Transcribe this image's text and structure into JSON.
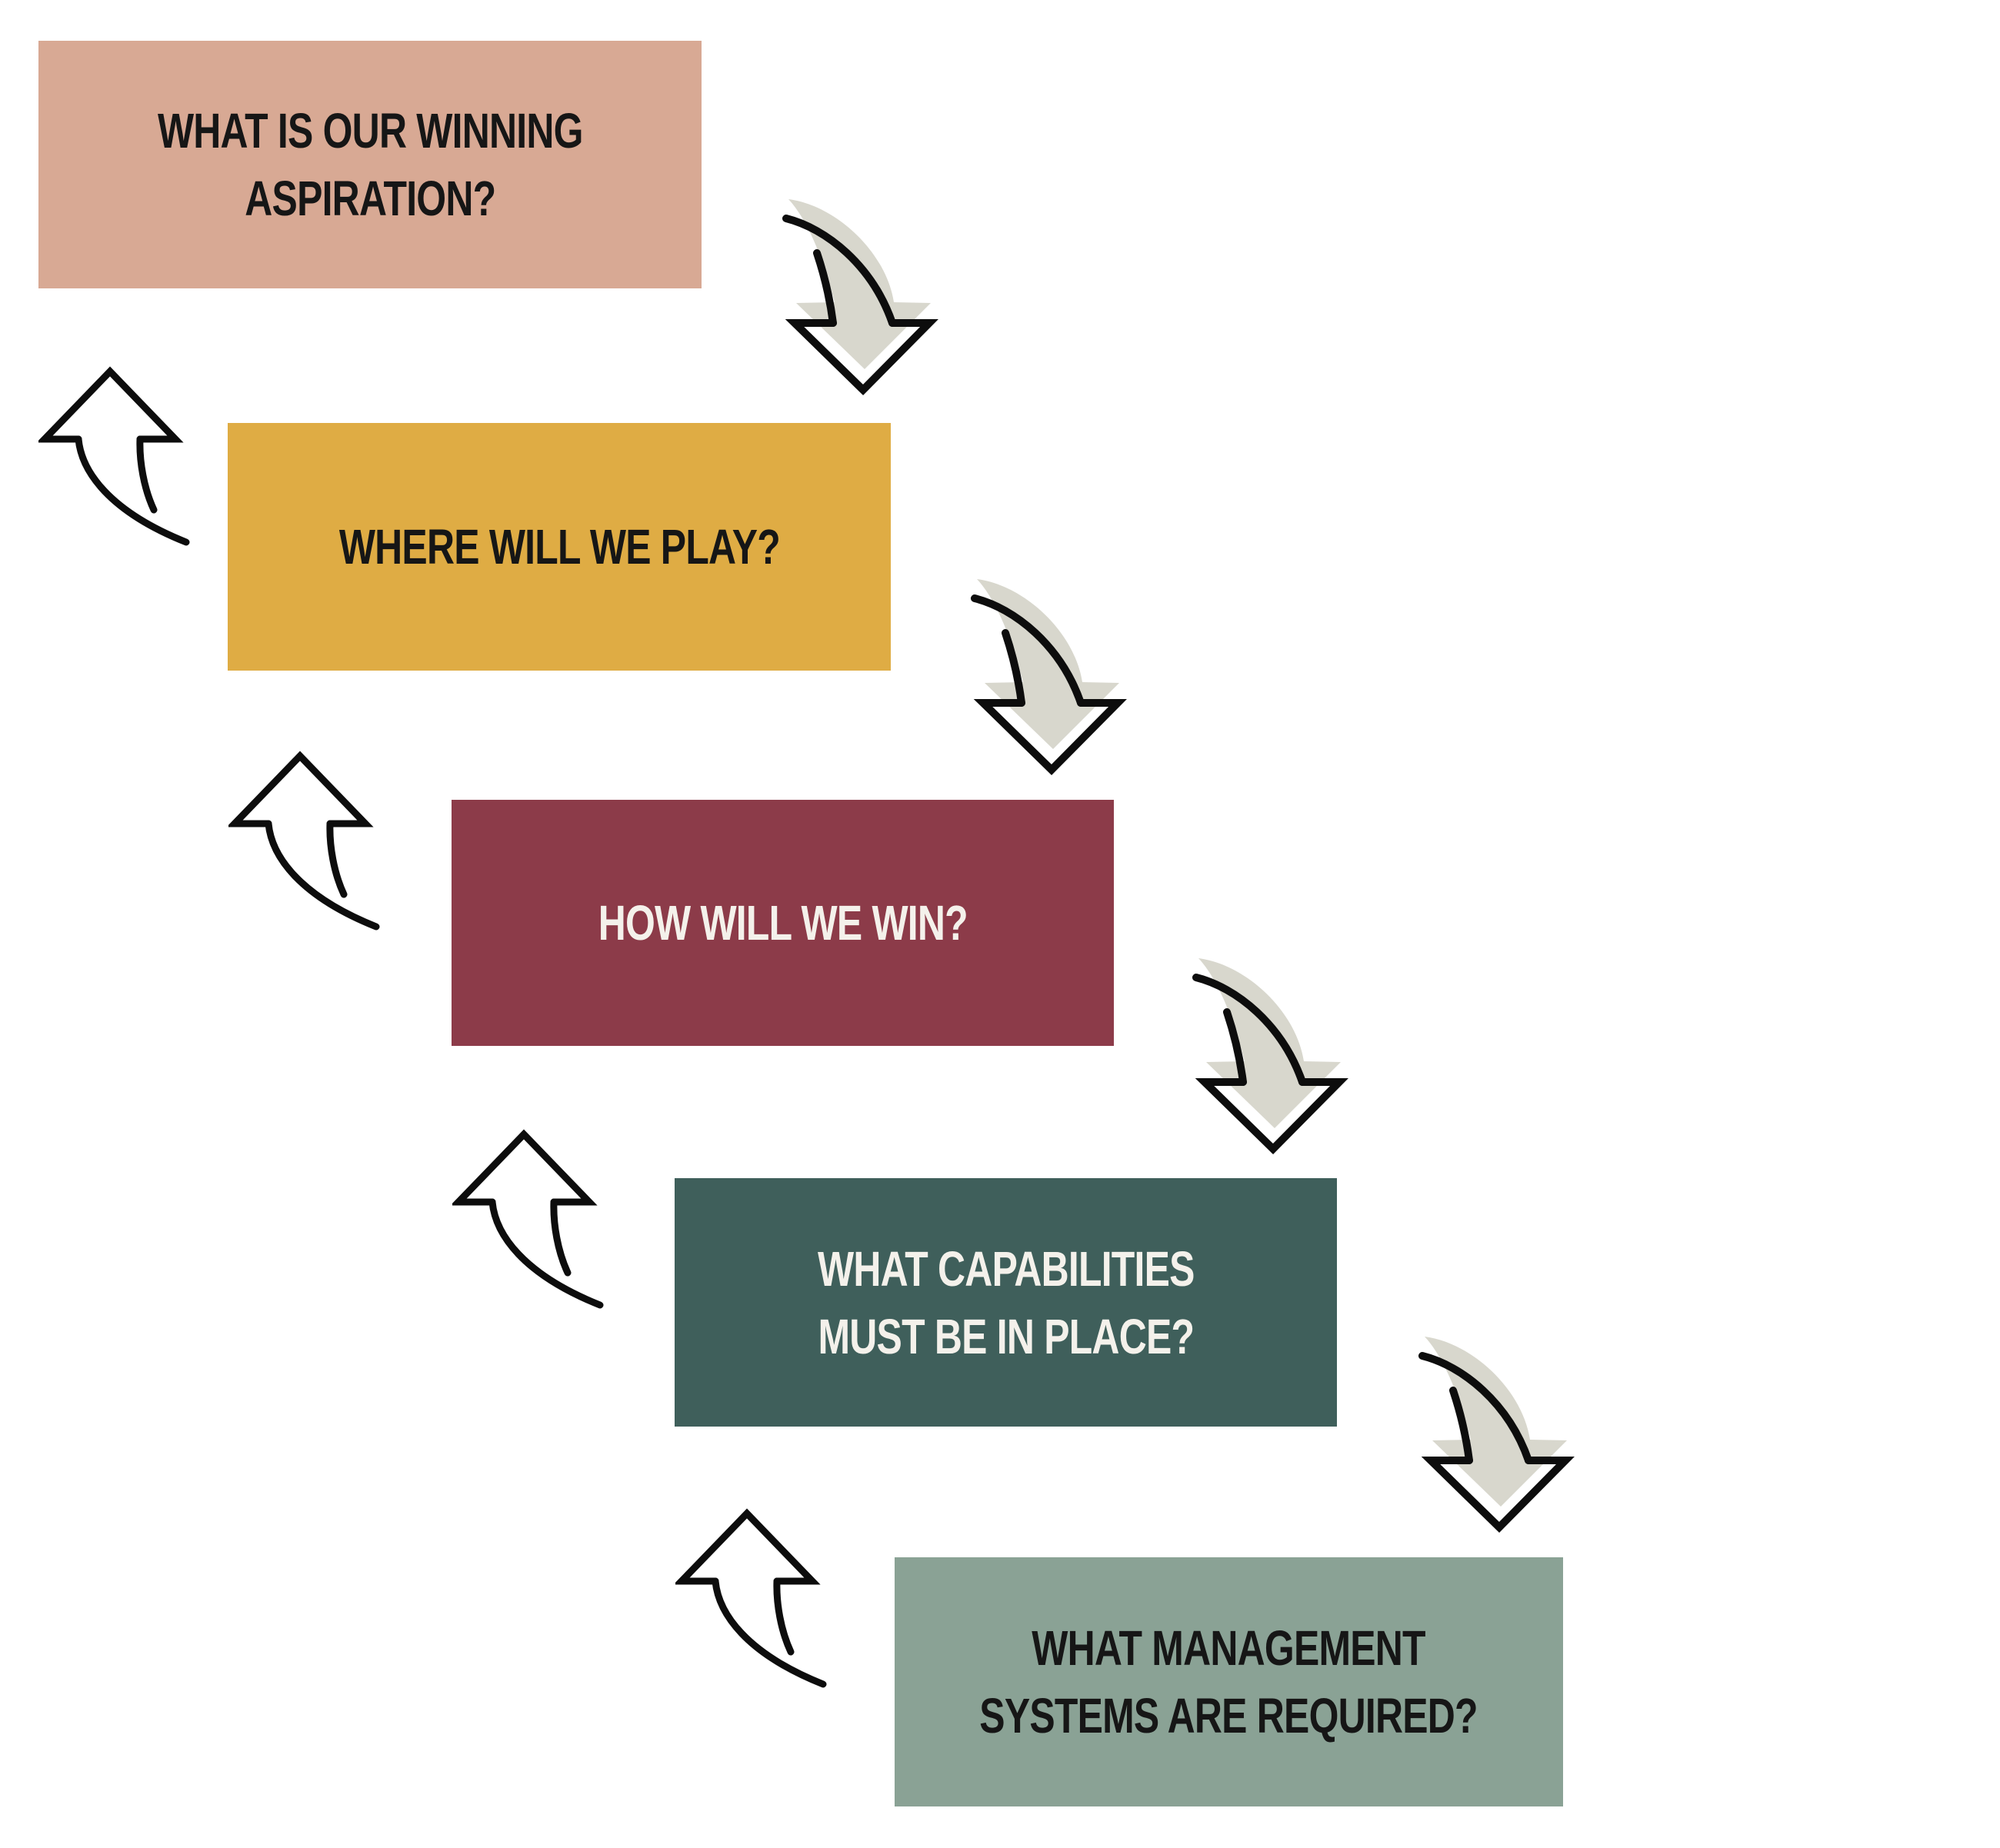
{
  "canvas": {
    "background": "#FFFFFF"
  },
  "diagram": {
    "name": "strategy-choice-cascade",
    "steps": [
      {
        "id": "winning-aspiration",
        "label_lines": [
          "WHAT IS OUR WINNING",
          "ASPIRATION?"
        ],
        "bg": "#D8A994",
        "text_color": "#161616"
      },
      {
        "id": "where-to-play",
        "label_lines": [
          "WHERE WILL WE PLAY?"
        ],
        "bg": "#DFAC44",
        "text_color": "#161616"
      },
      {
        "id": "how-to-win",
        "label_lines": [
          "HOW WILL WE WIN?"
        ],
        "bg": "#8C3B49",
        "text_color": "#F4F1EB"
      },
      {
        "id": "capabilities",
        "label_lines": [
          "WHAT CAPABILITIES",
          "MUST BE IN PLACE?"
        ],
        "bg": "#3F5F5B",
        "text_color": "#F4F1EB"
      },
      {
        "id": "management-systems",
        "label_lines": [
          "WHAT MANAGEMENT",
          "SYSTEMS ARE REQUIRED?"
        ],
        "bg": "#8AA295",
        "text_color": "#161616"
      }
    ],
    "colors": {
      "arrow_outline": "#0D0D0D",
      "arrow_fill": "#D8D7CD"
    }
  }
}
